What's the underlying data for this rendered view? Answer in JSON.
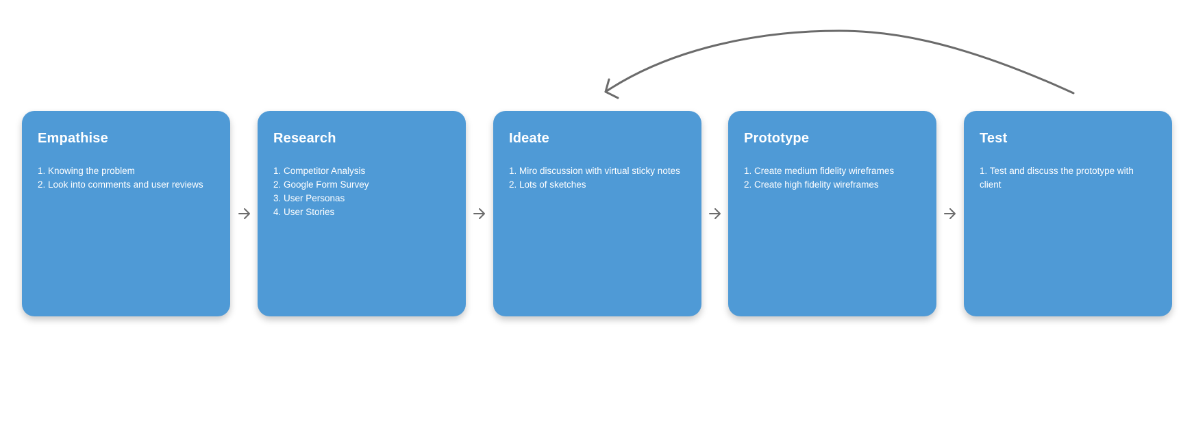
{
  "stages": [
    {
      "title": "Empathise",
      "items": [
        "1. Knowing the problem",
        "2. Look into comments and user reviews"
      ]
    },
    {
      "title": "Research",
      "items": [
        "1. Competitor Analysis",
        "2. Google Form Survey",
        "3. User Personas",
        "4. User Stories"
      ]
    },
    {
      "title": "Ideate",
      "items": [
        "1. Miro discussion with virtual sticky notes",
        "2. Lots of sketches"
      ]
    },
    {
      "title": "Prototype",
      "items": [
        "1. Create medium fidelity wireframes",
        "2. Create high fidelity wireframes"
      ]
    },
    {
      "title": "Test",
      "items": [
        "1. Test and discuss the prototype with client"
      ]
    }
  ],
  "colors": {
    "card_fill": "#4f9ad6",
    "card_text": "#ffffff",
    "arrow": "#6b6b6b"
  },
  "connectors": {
    "step_icon": "arrow-right-icon",
    "loop_icon": "curved-arrow-back-icon",
    "loop_from": "Test",
    "loop_to": "Ideate"
  }
}
